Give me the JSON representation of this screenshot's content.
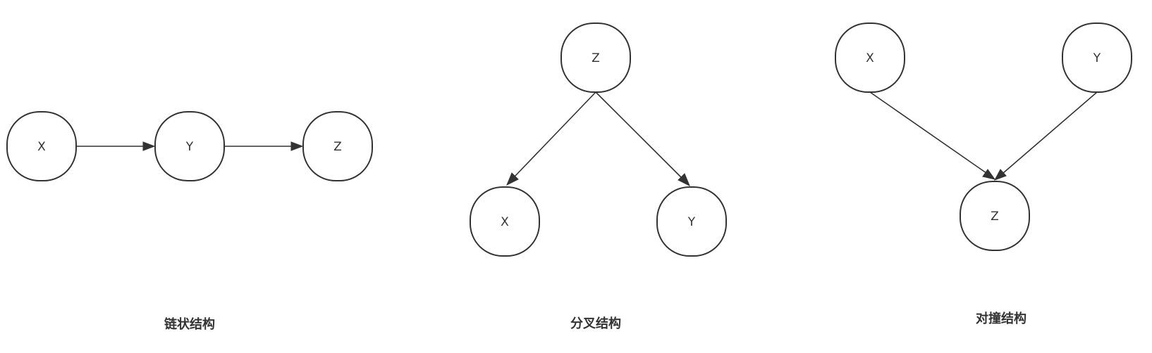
{
  "diagrams": [
    {
      "caption": "链状结构",
      "nodes": [
        {
          "id": "x",
          "label": "X"
        },
        {
          "id": "y",
          "label": "Y"
        },
        {
          "id": "z",
          "label": "Z"
        }
      ],
      "edges": [
        {
          "from": "x",
          "to": "y"
        },
        {
          "from": "y",
          "to": "z"
        }
      ]
    },
    {
      "caption": "分叉结构",
      "nodes": [
        {
          "id": "z",
          "label": "Z"
        },
        {
          "id": "x",
          "label": "X"
        },
        {
          "id": "y",
          "label": "Y"
        }
      ],
      "edges": [
        {
          "from": "z",
          "to": "x"
        },
        {
          "from": "z",
          "to": "y"
        }
      ]
    },
    {
      "caption": "对撞结构",
      "nodes": [
        {
          "id": "x",
          "label": "X"
        },
        {
          "id": "y",
          "label": "Y"
        },
        {
          "id": "z",
          "label": "Z"
        }
      ],
      "edges": [
        {
          "from": "x",
          "to": "z"
        },
        {
          "from": "y",
          "to": "z"
        }
      ]
    }
  ],
  "colors": {
    "stroke": "#333333",
    "background": "#ffffff"
  }
}
